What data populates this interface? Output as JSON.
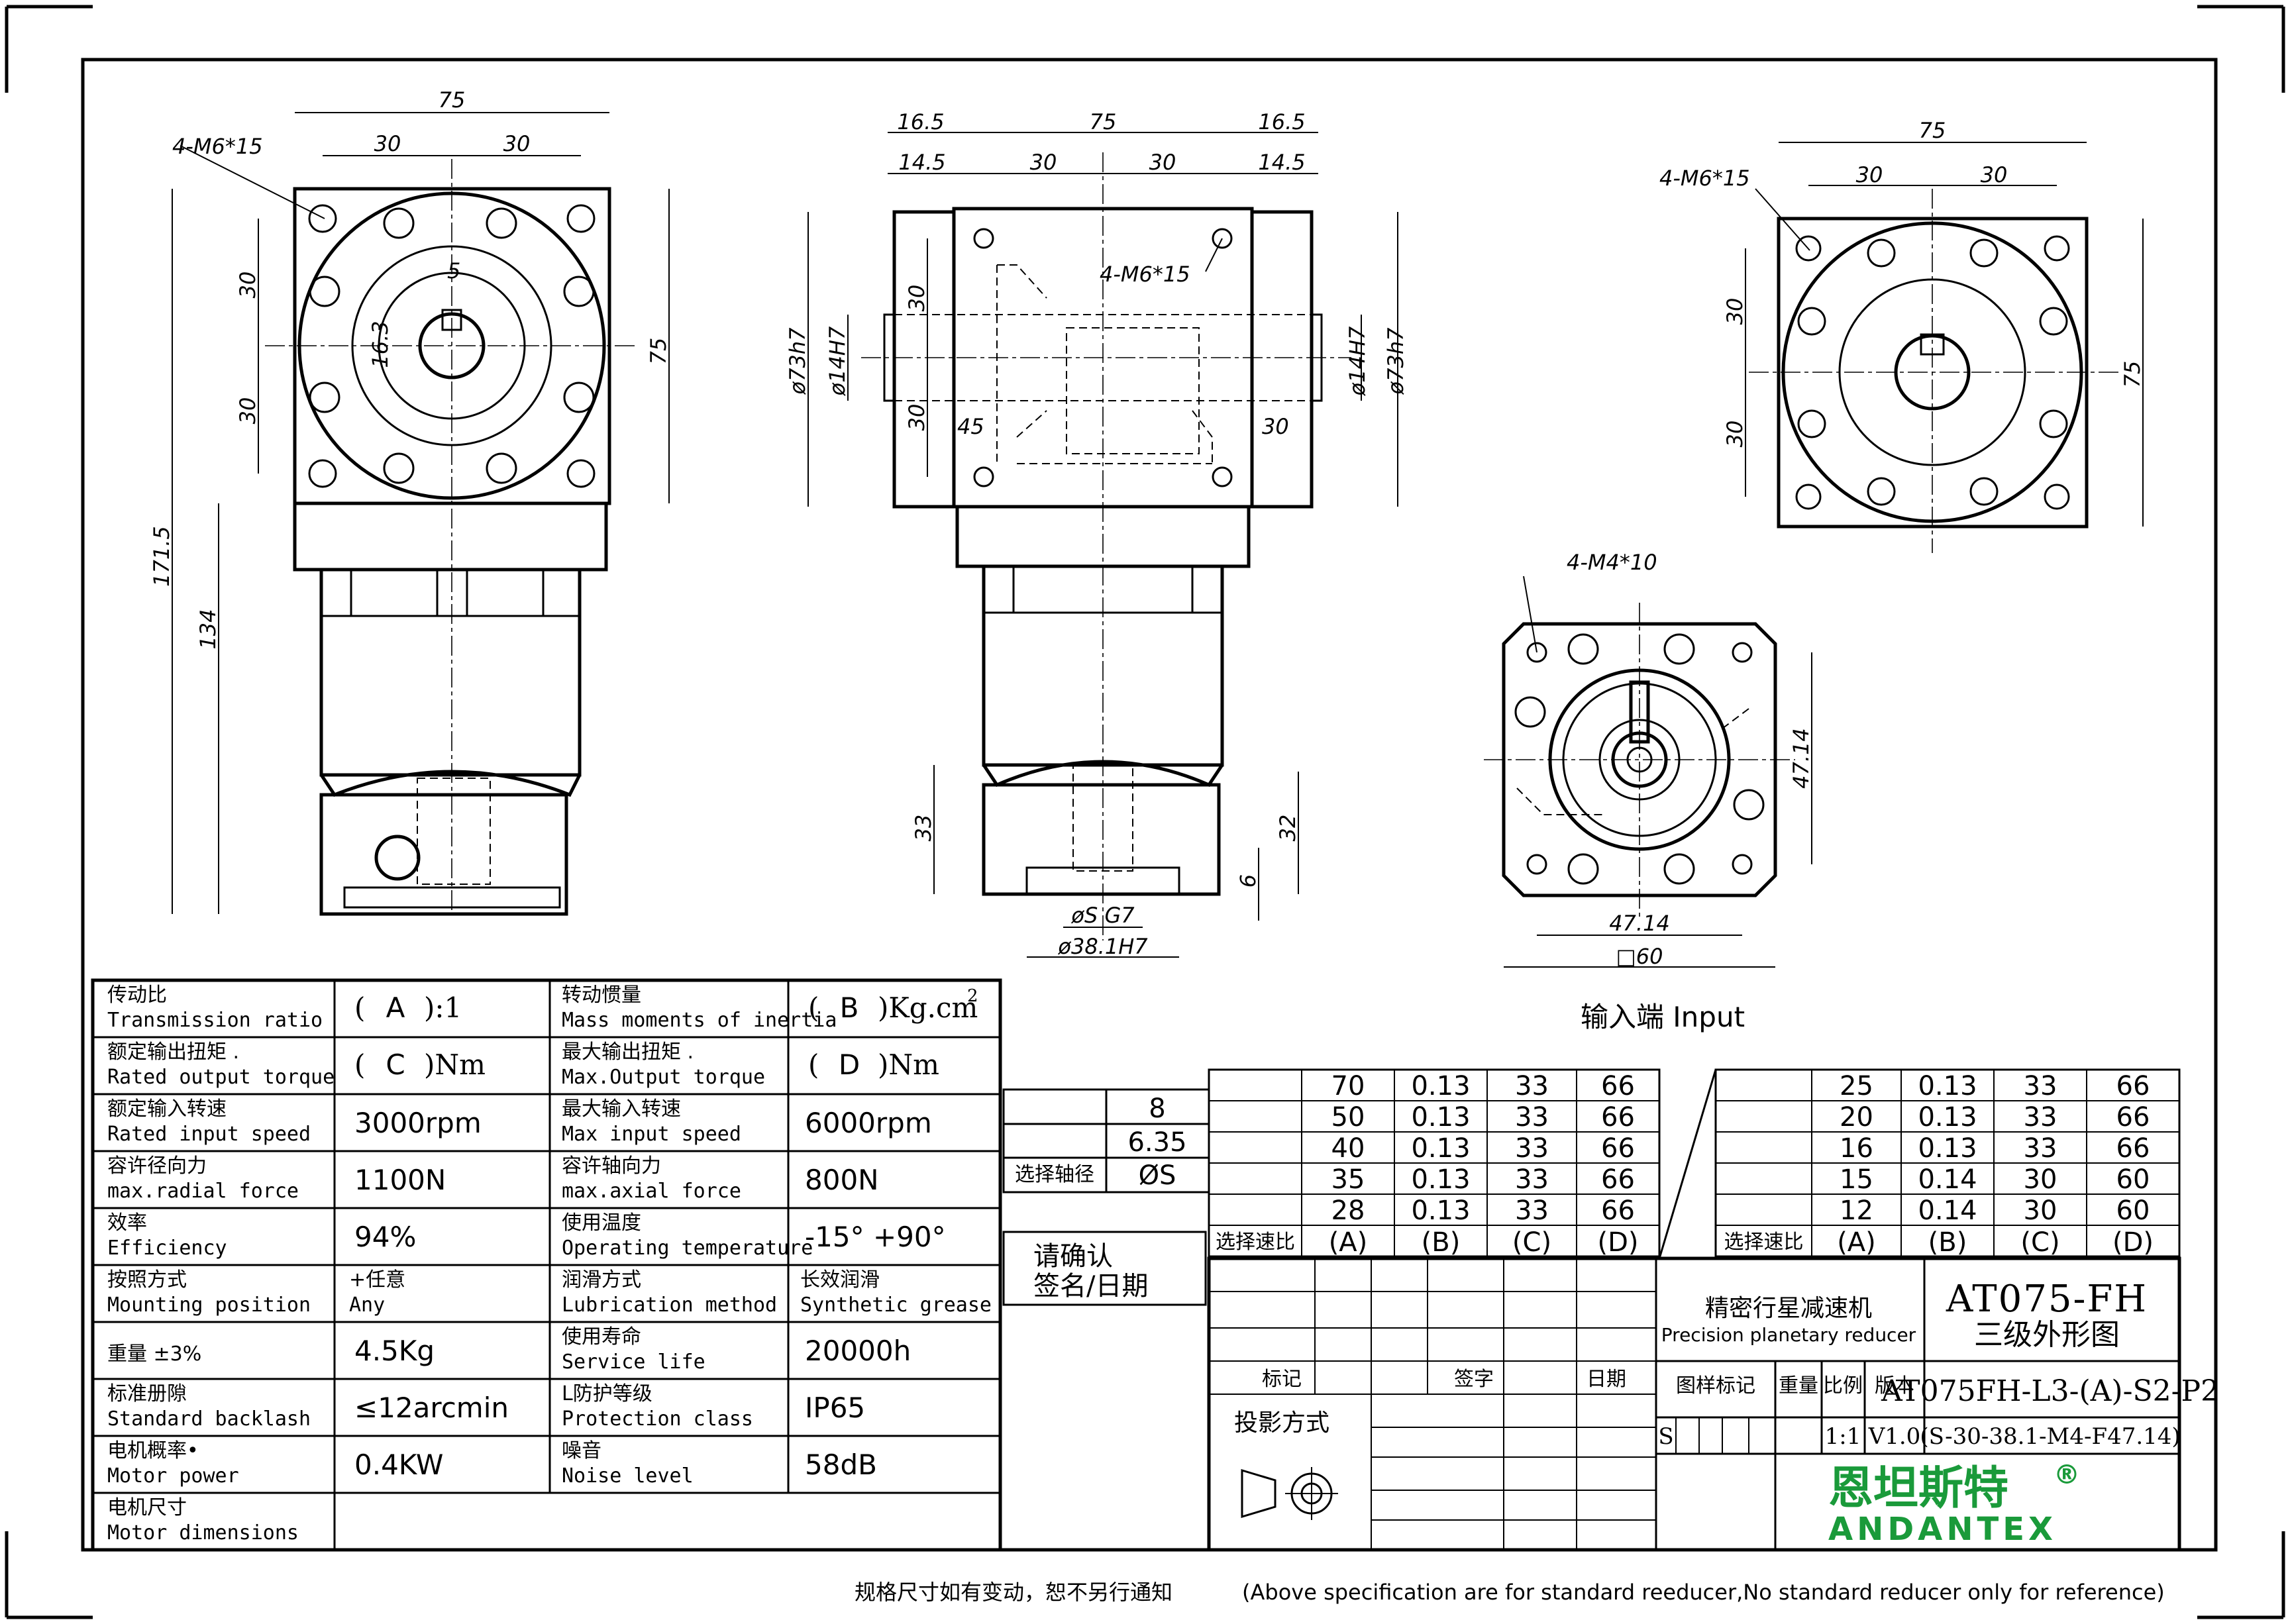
{
  "views": {
    "left": {
      "hole_label": "4-M6*15",
      "dim_top": "75",
      "dim_half_left": "30",
      "dim_half_right": "30",
      "dim_right": "75",
      "dim_v_upper": "30",
      "dim_v_lower": "30",
      "dim_key": "5",
      "dim_shaft": "16.3",
      "dim_total": "171.5",
      "dim_body": "134"
    },
    "middle": {
      "dim_l_outer": "16.5",
      "dim_top": "75",
      "dim_r_outer": "16.5",
      "dim_l_inner": "14.5",
      "dim_half_left": "30",
      "dim_half_right": "30",
      "dim_r_inner": "14.5",
      "hole_label": "4-M6*15",
      "dim_od_left": "ø73h7",
      "dim_bore_left": "ø14H7",
      "dim_od_right": "ø73h7",
      "dim_bore_right": "ø14H7",
      "dim_v_upper": "30",
      "dim_v_lower": "30",
      "dim_angle": "45",
      "dim_30": "30",
      "dim_33": "33",
      "dim_32": "32",
      "dim_6": "6",
      "dim_shaft": "øS G7",
      "dim_pilot": "ø38.1H7"
    },
    "right_top": {
      "hole_label": "4-M6*15",
      "dim_top": "75",
      "dim_half_left": "30",
      "dim_half_right": "30",
      "dim_v_upper": "30",
      "dim_v_lower": "30",
      "dim_right": "75"
    },
    "input": {
      "hole_label": "4-M4*10",
      "dim_v": "47.14",
      "dim_h": "47.14",
      "dim_square": "□60",
      "caption": "输入端 Input"
    }
  },
  "spec_table": {
    "rows": [
      {
        "l_cn": "传动比",
        "l_en": "Transmission ratio",
        "l_val_pre": "(",
        "l_val_code": "A",
        "l_val_post": "):1",
        "r_cn": "转动惯量",
        "r_en": "Mass moments of inertia",
        "r_val_pre": "(",
        "r_val_code": "B",
        "r_val_post": ")Kg.cm",
        "r_val_sup": "2"
      },
      {
        "l_cn": "额定输出扭矩  .",
        "l_en": "Rated output torque",
        "l_val_pre": "(",
        "l_val_code": "C",
        "l_val_post": ")Nm",
        "r_cn": "最大输出扭矩  .",
        "r_en": "Max.Output torque",
        "r_val_pre": "(",
        "r_val_code": "D",
        "r_val_post": ")Nm",
        "r_val_sup": ""
      },
      {
        "l_cn": "额定输入转速",
        "l_en": "Rated input speed",
        "l_val": "3000rpm",
        "r_cn": "最大输入转速",
        "r_en": "Max input speed",
        "r_val": "6000rpm"
      },
      {
        "l_cn": "容许径向力",
        "l_en": "max.radial force",
        "l_val": "1100N",
        "r_cn": "容许轴向力",
        "r_en": "max.axial  force",
        "r_val": "800N"
      },
      {
        "l_cn": "效率",
        "l_en": "Efficiency",
        "l_val": "94%",
        "r_cn": "使用温度",
        "r_en": "Operating temperature",
        "r_val": "-15° +90°"
      },
      {
        "l_cn": "按照方式",
        "l_en": "Mounting position",
        "l_val_cn": "+任意",
        "l_val_en": "Any",
        "r_cn": "润滑方式",
        "r_en": "Lubrication method",
        "r_val_cn": "长效润滑",
        "r_val_en": "Synthetic grease"
      },
      {
        "l_cn": "重量 ±3%",
        "l_en": "",
        "l_val": "4.5Kg",
        "r_cn": "使用寿命",
        "r_en": "Service life",
        "r_val": "20000h"
      },
      {
        "l_cn": "标准册隙",
        "l_en": "Standard backlash",
        "l_val": "≤12arcmin",
        "r_cn": "L防护等级",
        "r_en": "Protection class",
        "r_val": "IP65"
      },
      {
        "l_cn": "电机概率•",
        "l_en": "Motor power",
        "l_val": "0.4KW",
        "r_cn": "噪音",
        "r_en": "Noise level",
        "r_val": "58dB"
      },
      {
        "l_cn": "电机尺寸",
        "l_en": "Motor dimensions",
        "l_val": "",
        "r_cn": "",
        "r_en": "",
        "r_val": ""
      }
    ]
  },
  "shaft_select": {
    "values": [
      "8",
      "6.35",
      "ØS"
    ],
    "label": "选择轴径"
  },
  "ratio_table_left": {
    "rows": [
      [
        "70",
        "0.13",
        "33",
        "66"
      ],
      [
        "50",
        "0.13",
        "33",
        "66"
      ],
      [
        "40",
        "0.13",
        "33",
        "66"
      ],
      [
        "35",
        "0.13",
        "33",
        "66"
      ],
      [
        "28",
        "0.13",
        "33",
        "66"
      ]
    ],
    "label": "选择速比",
    "headers": [
      "(A)",
      "(B)",
      "(C)",
      "(D)"
    ]
  },
  "ratio_table_right": {
    "rows": [
      [
        "25",
        "0.13",
        "33",
        "66"
      ],
      [
        "20",
        "0.13",
        "33",
        "66"
      ],
      [
        "16",
        "0.13",
        "33",
        "66"
      ],
      [
        "15",
        "0.14",
        "30",
        "60"
      ],
      [
        "12",
        "0.14",
        "30",
        "60"
      ]
    ],
    "label": "选择速比",
    "headers": [
      "(A)",
      "(B)",
      "(C)",
      "(D)"
    ]
  },
  "confirm_box": {
    "line1": "请确认",
    "line2": "签名/日期"
  },
  "title_block": {
    "product_cn": "精密行星减速机",
    "product_en": "Precision planetary reducer",
    "model": "AT075-FH",
    "drawing_name": "三级外形图",
    "mark_label": "标记",
    "sign_label": "签字",
    "date_label": "日期",
    "projection_label": "投影方式",
    "col_labels": [
      "图样标记",
      "重量",
      "比例",
      "版本"
    ],
    "scale": "1:1",
    "version": "V1.0",
    "marker": "S",
    "part_no": "AT075FH-L3-(A)-S2-P2",
    "part_spec": "(S-30-38.1-M4-F47.14)",
    "brand_cn": "恩坦斯特",
    "brand_mark": "®",
    "brand_en": "ANDANTEX"
  },
  "footer": {
    "note_cn": "规格尺寸如有变动，恕不另行通知",
    "note_en": "(Above specification are for standard reeducer,No standard reducer only for reference)"
  },
  "colors": {
    "brand": "#1a9a3a",
    "line": "#000000"
  }
}
